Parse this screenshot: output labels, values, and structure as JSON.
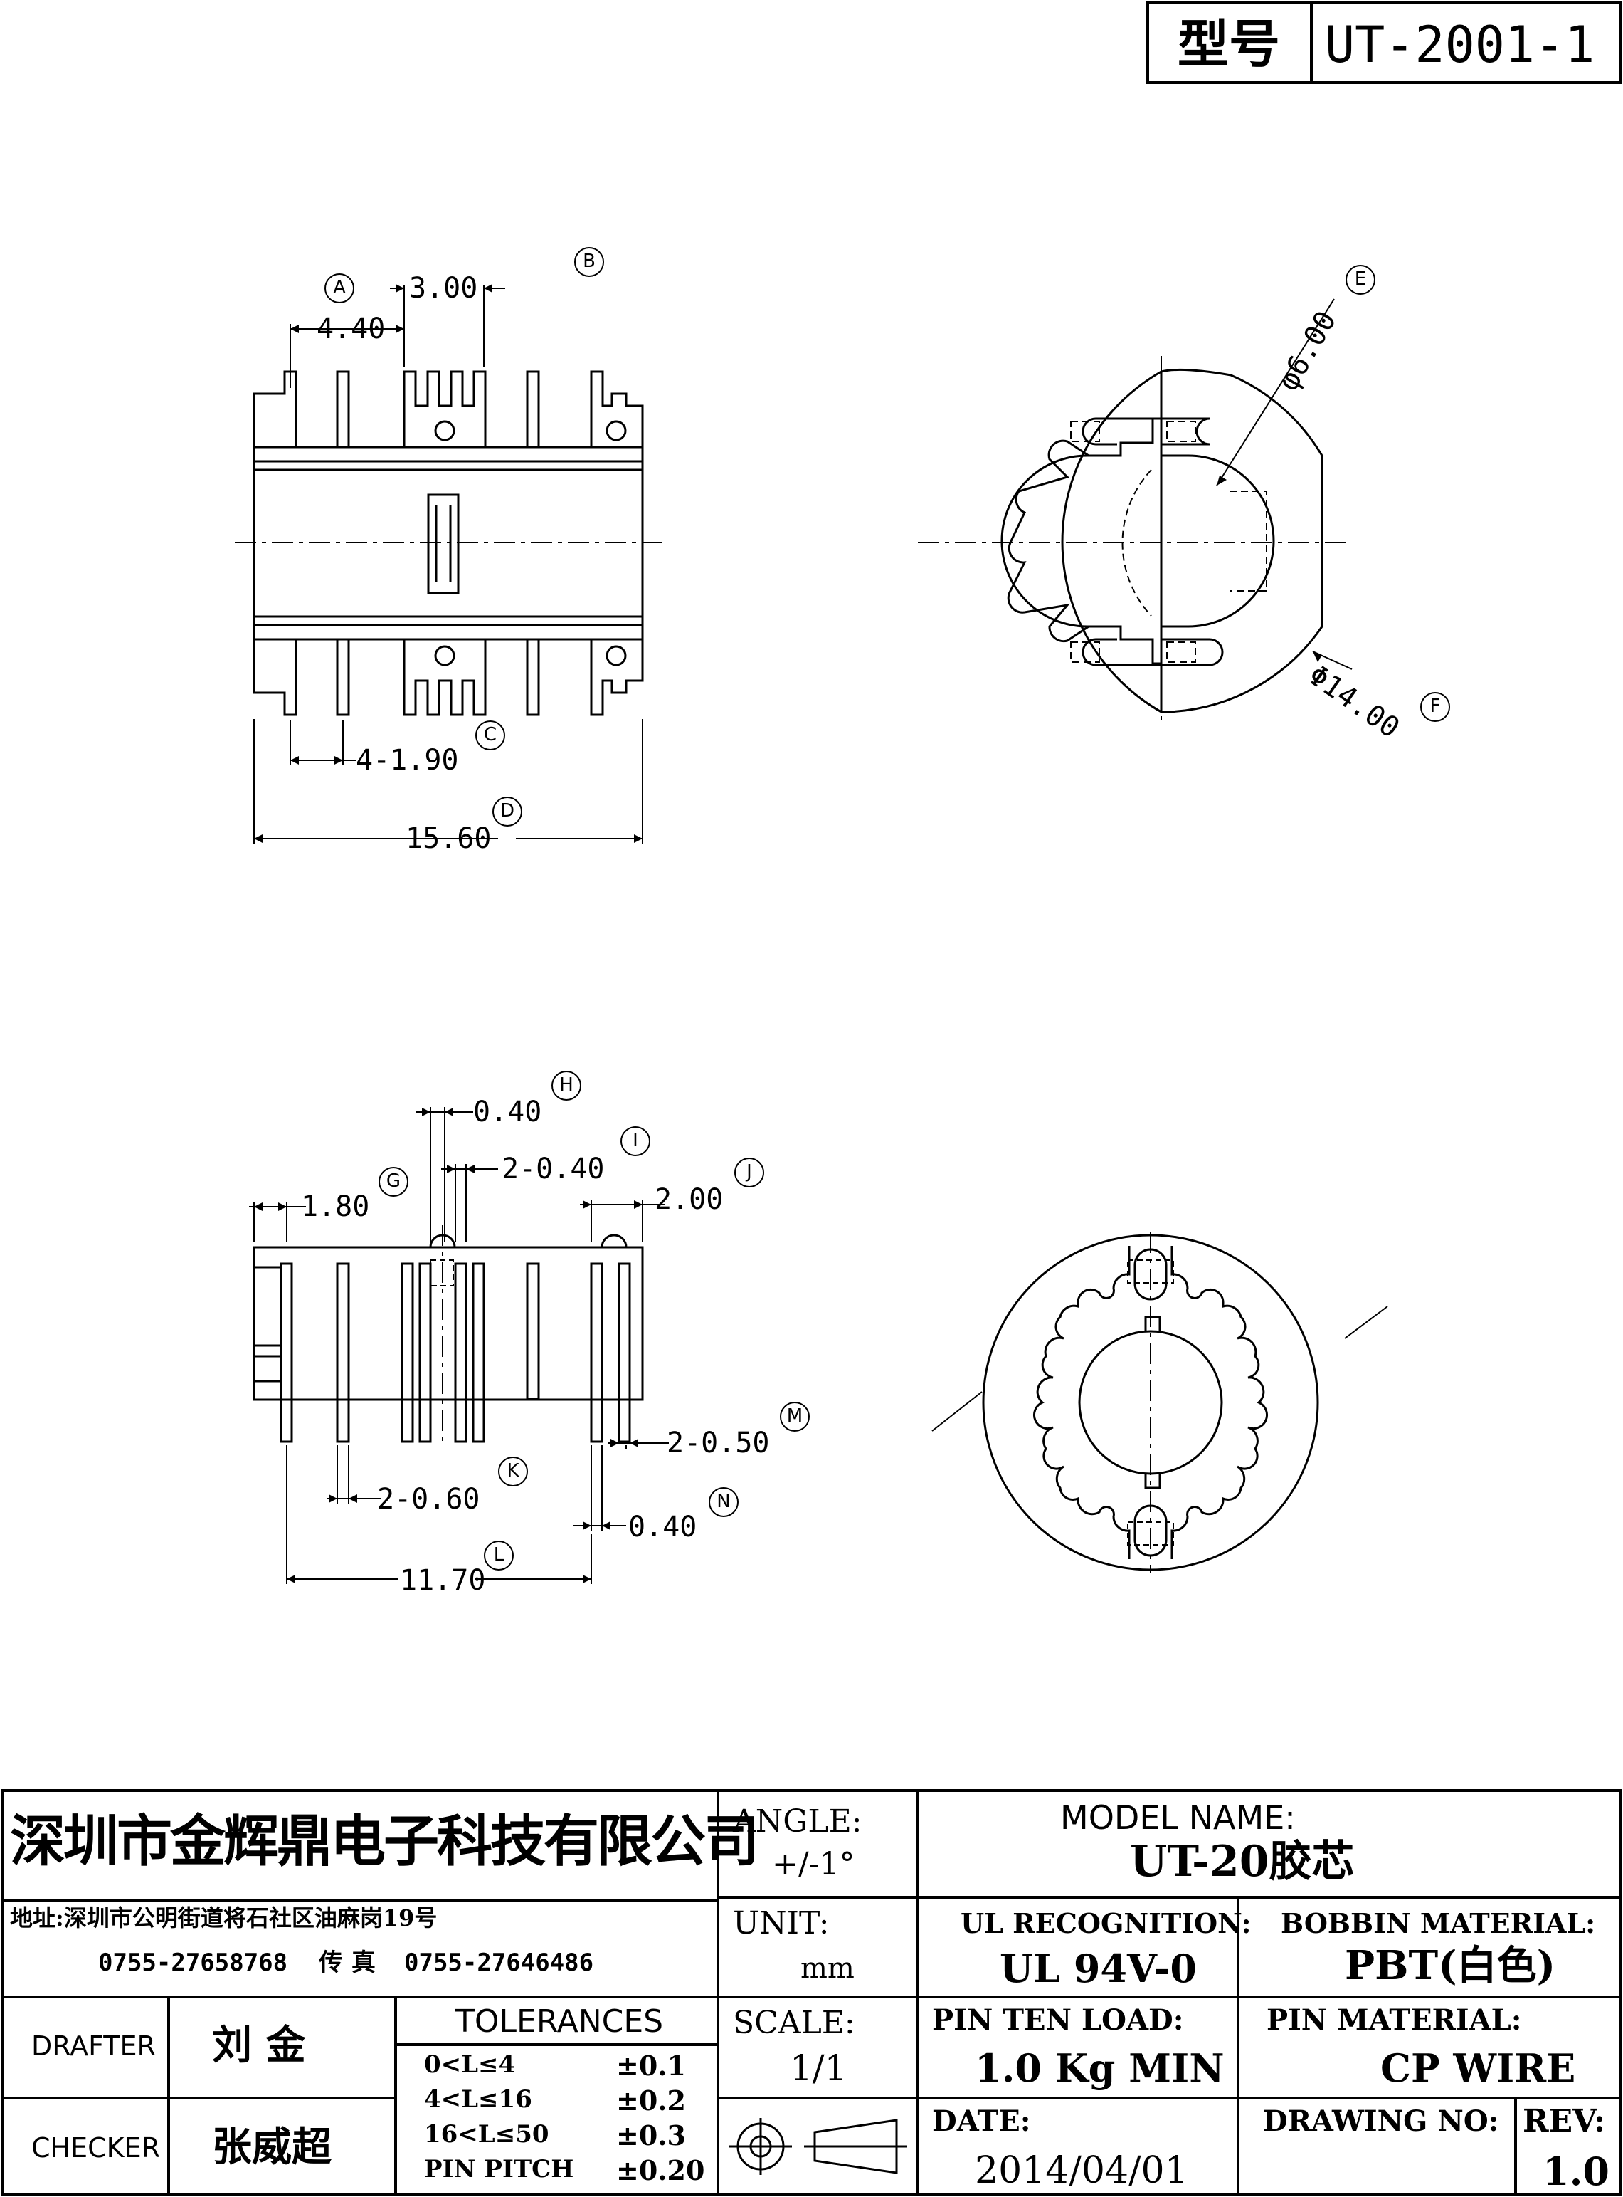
{
  "header": {
    "model_label": "型号",
    "model_value": "UT-2001-1"
  },
  "dims": {
    "A": "A",
    "B": "B",
    "C": "C",
    "D": "D",
    "E": "E",
    "F": "F",
    "G": "G",
    "H": "H",
    "I": "I",
    "J": "J",
    "K": "K",
    "L": "L",
    "M": "M",
    "N": "N",
    "d_3_00": "3.00",
    "d_4_40": "4.40",
    "d_4x1_90": "4-1.90",
    "d_15_60": "15.60",
    "d_phi6": "φ6.00",
    "d_phi14": "Φ14.00",
    "d_0_40_top": "0.40",
    "d_2x0_40": "2-0.40",
    "d_1_80": "1.80",
    "d_2_00": "2.00",
    "d_2x0_50": "2-0.50",
    "d_2x0_60": "2-0.60",
    "d_0_40_bot": "0.40",
    "d_11_70": "11.70"
  },
  "title_block": {
    "company": "深圳市金辉鼎电子科技有限公司",
    "address": "地址:深圳市公明街道将石社区油麻岗19号",
    "phone": "0755-27658768",
    "fax_label": "传 真",
    "fax": "0755-27646486",
    "angle_label": "ANGLE:",
    "angle_value": "+/-1°",
    "model_name_label": "MODEL NAME:",
    "model_name_value": "UT-20胶芯",
    "unit_label": "UNIT:",
    "unit_value": "mm",
    "ul_label": "UL RECOGNITION:",
    "ul_value": "UL 94V-0",
    "bobbin_label": "BOBBIN MATERIAL:",
    "bobbin_value": "PBT(白色)",
    "drafter_label": "DRAFTER",
    "drafter_value": "刘 金",
    "checker_label": "CHECKER",
    "checker_value": "张威超",
    "tolerances_label": "TOLERANCES",
    "tol_rows": [
      {
        "range": "0<L≤4",
        "value": "±0.1"
      },
      {
        "range": "4<L≤16",
        "value": "±0.2"
      },
      {
        "range": "16<L≤50",
        "value": "±0.3"
      },
      {
        "range": "PIN PITCH",
        "value": "±0.20"
      }
    ],
    "scale_label": "SCALE:",
    "scale_value": "1/1",
    "pin_ten_label": "PIN TEN LOAD:",
    "pin_ten_value": "1.0 Kg MIN",
    "pin_mat_label": "PIN MATERIAL:",
    "pin_mat_value": "CP WIRE",
    "date_label": "DATE:",
    "date_value": "2014/04/01",
    "drawing_no_label": "DRAWING NO:",
    "drawing_no_value": "",
    "rev_label": "REV:",
    "rev_value": "1.0"
  }
}
